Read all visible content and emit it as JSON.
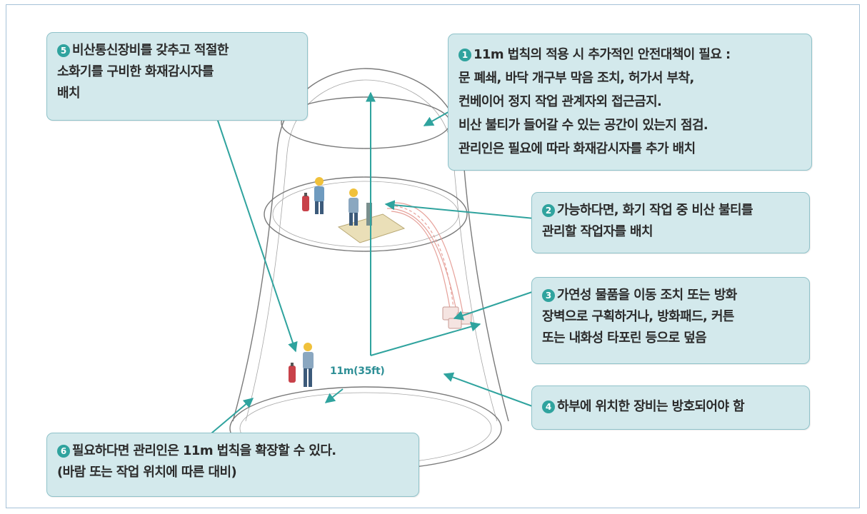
{
  "callouts": {
    "c1": {
      "badge": "1",
      "lines": [
        "11m 법칙의 적용 시 추가적인 안전대책이 필요 :",
        "문 폐쇄, 바닥 개구부 막음 조치, 허가서 부착,",
        "컨베이어 정지 작업 관계자외 접근금지.",
        "비산 불티가 들어갈 수 있는 공간이 있는지 점검.",
        "관리인은 필요에 따라 화재감시자를 추가 배치"
      ]
    },
    "c2": {
      "badge": "2",
      "lines": [
        "가능하다면, 화기 작업 중 비산 불티를",
        "관리할 작업자를 배치"
      ]
    },
    "c3": {
      "badge": "3",
      "lines": [
        "가연성 물품을 이동 조치 또는 방화",
        "장벽으로 구획하거나, 방화패드, 커튼",
        "또는 내화성 타포린 등으로 덮음"
      ]
    },
    "c4": {
      "badge": "4",
      "lines": [
        "하부에 위치한 장비는 방호되어야 함"
      ]
    },
    "c5": {
      "badge": "5",
      "lines": [
        "비산통신장비를 갖추고 적절한",
        "소화기를 구비한 화재감시자를",
        "배치"
      ]
    },
    "c6": {
      "badge": "6",
      "lines": [
        "필요하다면 관리인은 11m 법칙을 확장할 수 있다.",
        "(바람 또는 작업 위치에 따른 대비)"
      ]
    }
  },
  "diagram": {
    "height_label": "11m(35ft)"
  },
  "colors": {
    "callout_fill": "#d3e9ec",
    "callout_border": "#8fc2c9",
    "badge": "#2fa39e",
    "arrow": "#2fa39e",
    "outline": "#7a7a7a",
    "frame": "#a6c2d8"
  }
}
